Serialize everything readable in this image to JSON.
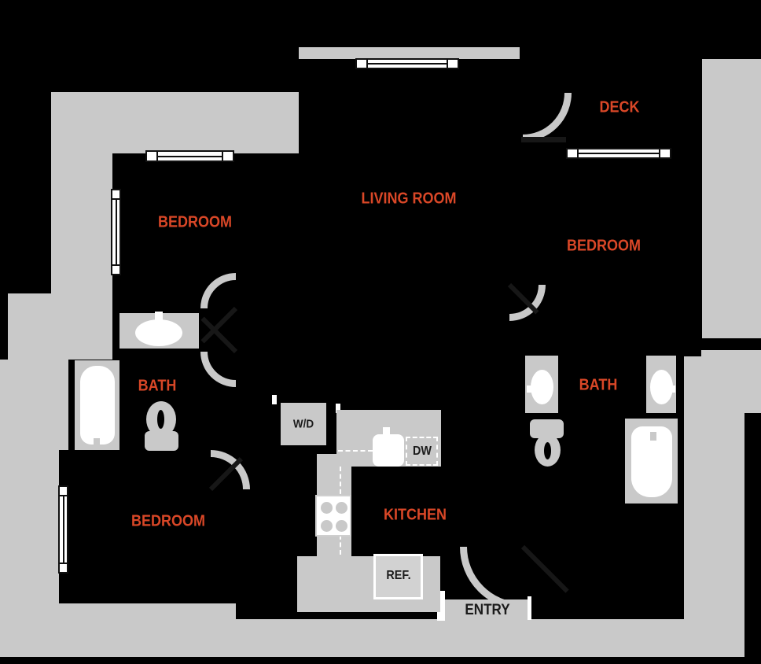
{
  "rooms": {
    "bedroom_left": {
      "label": "BEDROOM"
    },
    "living_room": {
      "label": "LIVING ROOM"
    },
    "deck": {
      "label": "DECK"
    },
    "bedroom_right": {
      "label": "BEDROOM"
    },
    "bath_left": {
      "label": "BATH"
    },
    "bath_right": {
      "label": "BATH"
    },
    "bedroom_bottom": {
      "label": "BEDROOM"
    },
    "kitchen": {
      "label": "KITCHEN"
    },
    "entry": {
      "label": "ENTRY"
    }
  },
  "appliances": {
    "washer_dryer": {
      "label": "W/D"
    },
    "dishwasher": {
      "label": "DW"
    },
    "refrigerator": {
      "label": "REF."
    }
  },
  "colors": {
    "room_label": "#d94727",
    "building_mass": "#c9c9c9",
    "appliance_label": "#1b1b1b",
    "unit_fill": "#000000",
    "fixture_fill": "#ffffff"
  }
}
